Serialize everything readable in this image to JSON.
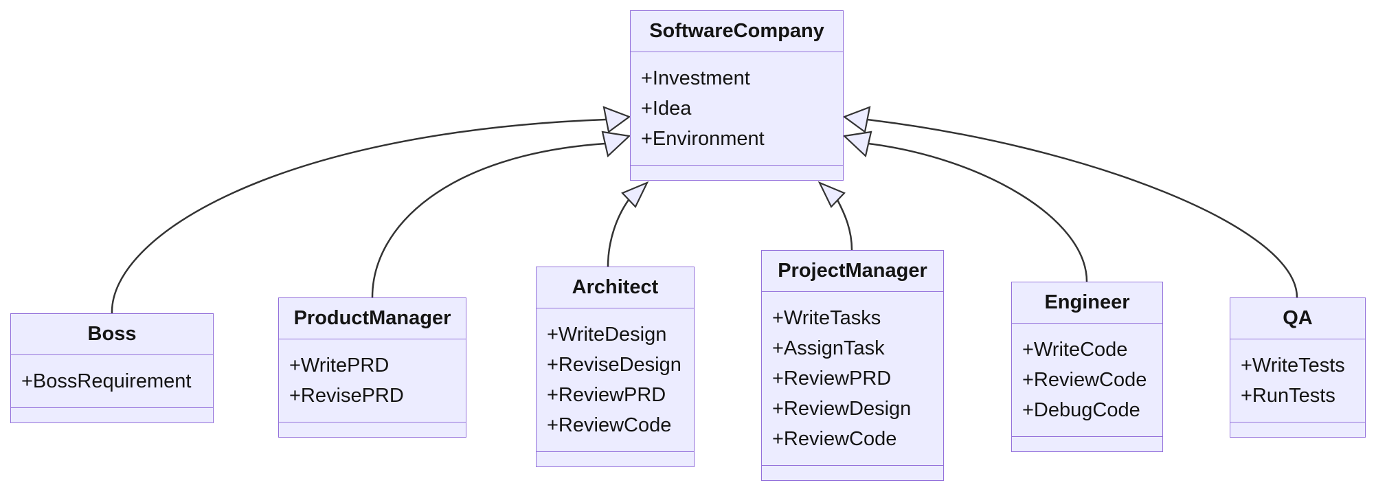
{
  "diagram": {
    "type": "uml-class-diagram",
    "relation_type": "inheritance",
    "colors": {
      "node_fill": "#ECECFF",
      "node_border": "#9370DB",
      "edge": "#333333",
      "background": "#FFFFFF",
      "text": "#141414"
    },
    "classes": [
      {
        "name": "SoftwareCompany",
        "attributes": [
          "+Investment",
          "+Idea",
          "+Environment"
        ],
        "methods": []
      },
      {
        "name": "Boss",
        "attributes": [
          "+BossRequirement"
        ],
        "methods": []
      },
      {
        "name": "ProductManager",
        "attributes": [
          "+WritePRD",
          "+RevisePRD"
        ],
        "methods": []
      },
      {
        "name": "Architect",
        "attributes": [
          "+WriteDesign",
          "+ReviseDesign",
          "+ReviewPRD",
          "+ReviewCode"
        ],
        "methods": []
      },
      {
        "name": "ProjectManager",
        "attributes": [
          "+WriteTasks",
          "+AssignTask",
          "+ReviewPRD",
          "+ReviewDesign",
          "+ReviewCode"
        ],
        "methods": []
      },
      {
        "name": "Engineer",
        "attributes": [
          "+WriteCode",
          "+ReviewCode",
          "+DebugCode"
        ],
        "methods": []
      },
      {
        "name": "QA",
        "attributes": [
          "+WriteTests",
          "+RunTests"
        ],
        "methods": []
      }
    ],
    "edges": [
      {
        "from": "Boss",
        "to": "SoftwareCompany",
        "relation": "inheritance"
      },
      {
        "from": "ProductManager",
        "to": "SoftwareCompany",
        "relation": "inheritance"
      },
      {
        "from": "Architect",
        "to": "SoftwareCompany",
        "relation": "inheritance"
      },
      {
        "from": "ProjectManager",
        "to": "SoftwareCompany",
        "relation": "inheritance"
      },
      {
        "from": "Engineer",
        "to": "SoftwareCompany",
        "relation": "inheritance"
      },
      {
        "from": "QA",
        "to": "SoftwareCompany",
        "relation": "inheritance"
      }
    ]
  }
}
